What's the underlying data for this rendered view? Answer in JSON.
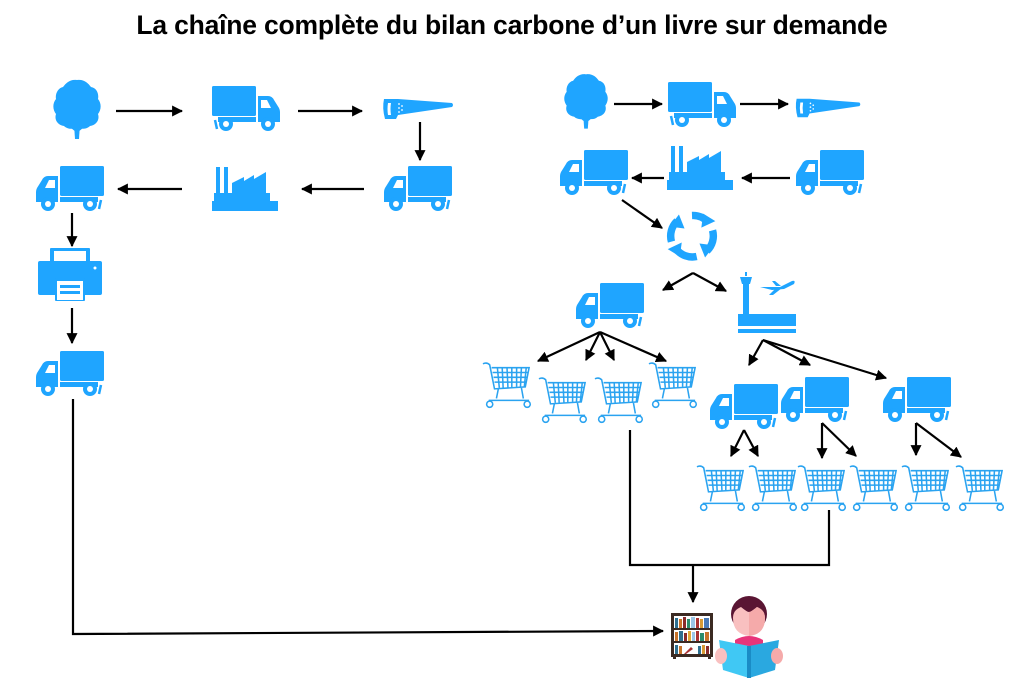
{
  "title": "La chaîne complète du bilan carbone d’un livre sur demande",
  "colors": {
    "icon": "#1fa5ff",
    "arrow": "#000000",
    "background": "#ffffff"
  },
  "chains": {
    "print_on_demand": {
      "nodes": [
        {
          "id": "tree",
          "icon": "tree-icon"
        },
        {
          "id": "truck-1",
          "icon": "truck-icon"
        },
        {
          "id": "sawmill",
          "icon": "saw-icon"
        },
        {
          "id": "truck-2",
          "icon": "truck-icon"
        },
        {
          "id": "paper-mill",
          "icon": "factory-icon"
        },
        {
          "id": "truck-3",
          "icon": "truck-icon"
        },
        {
          "id": "printer",
          "icon": "printer-icon"
        },
        {
          "id": "truck-4",
          "icon": "truck-icon"
        }
      ],
      "edges": [
        [
          "tree",
          "truck-1"
        ],
        [
          "truck-1",
          "sawmill"
        ],
        [
          "sawmill",
          "truck-2"
        ],
        [
          "truck-2",
          "paper-mill"
        ],
        [
          "paper-mill",
          "truck-3"
        ],
        [
          "truck-3",
          "printer"
        ],
        [
          "printer",
          "truck-4"
        ],
        [
          "truck-4",
          "bookshelf"
        ]
      ]
    },
    "traditional": {
      "nodes": [
        {
          "id": "tree",
          "icon": "tree-icon"
        },
        {
          "id": "truck-1",
          "icon": "truck-icon"
        },
        {
          "id": "sawmill",
          "icon": "saw-icon"
        },
        {
          "id": "truck-2",
          "icon": "truck-icon"
        },
        {
          "id": "paper-mill",
          "icon": "factory-icon"
        },
        {
          "id": "truck-3",
          "icon": "truck-icon"
        },
        {
          "id": "recycling",
          "icon": "recycle-icon"
        },
        {
          "id": "truck-road",
          "icon": "truck-icon"
        },
        {
          "id": "airport",
          "icon": "airport-icon"
        },
        {
          "id": "shop-carts-a",
          "icon": "cart-icon",
          "count": 4
        },
        {
          "id": "truck-air-1",
          "icon": "truck-icon"
        },
        {
          "id": "truck-air-2",
          "icon": "truck-icon"
        },
        {
          "id": "truck-air-3",
          "icon": "truck-icon"
        },
        {
          "id": "shop-carts-b",
          "icon": "cart-icon",
          "count": 6
        }
      ]
    },
    "end": [
      {
        "id": "bookshelf",
        "icon": "bookshelf-icon"
      },
      {
        "id": "reader",
        "icon": "reader-icon"
      }
    ]
  }
}
